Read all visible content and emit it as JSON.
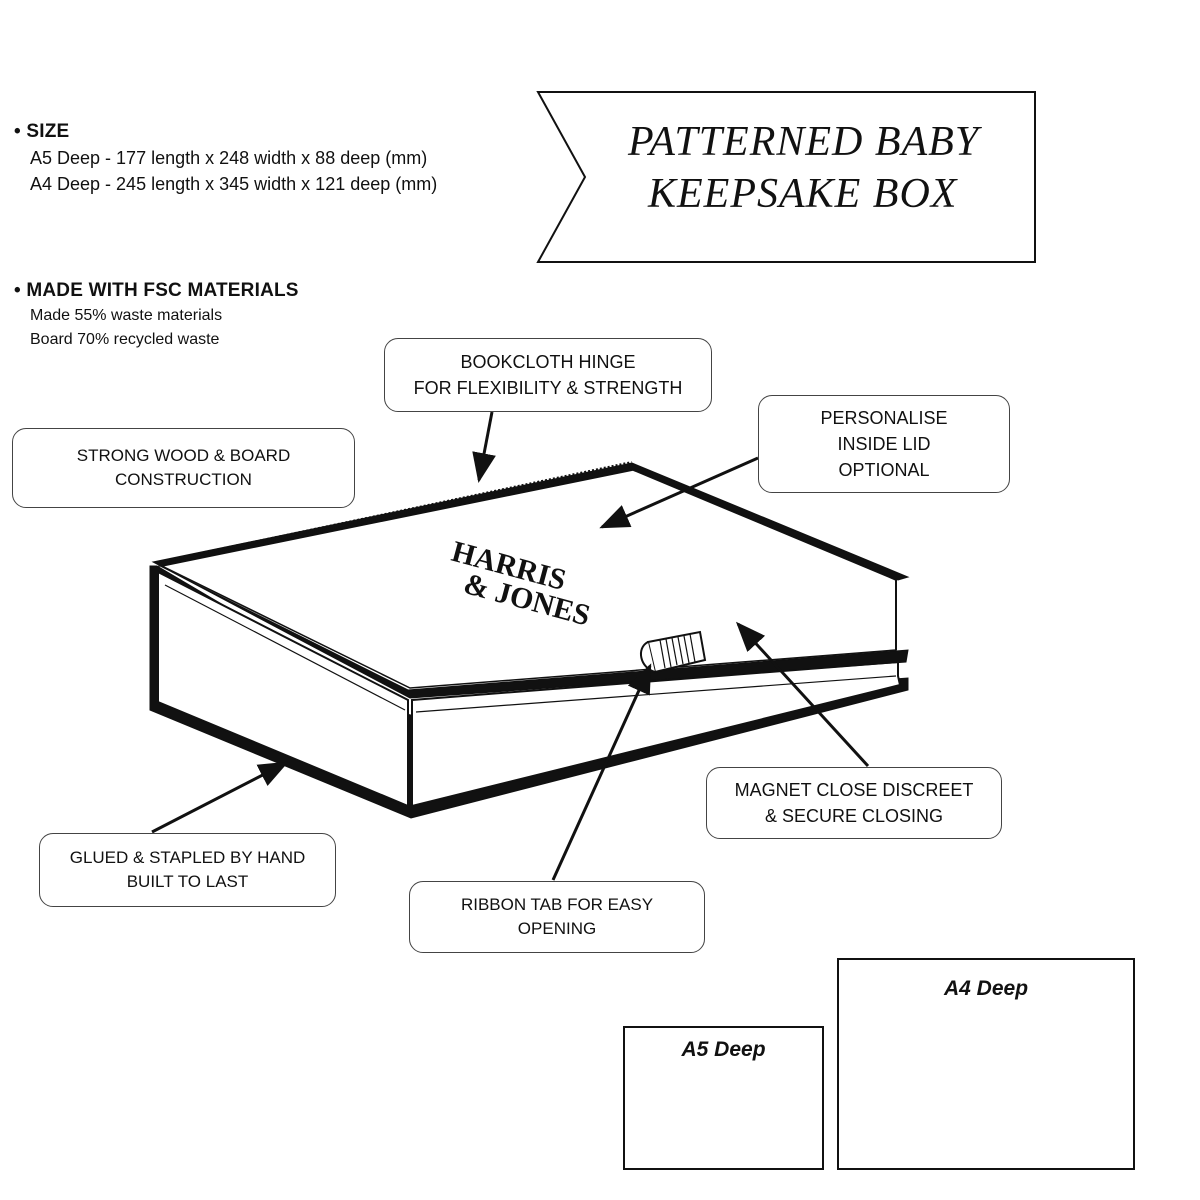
{
  "title": {
    "line1": "PATTERNED BABY",
    "line2": "KEEPSAKE BOX"
  },
  "specs": {
    "size": {
      "heading": "SIZE",
      "lines": [
        "A5 Deep - 177 length x 248 width x 88 deep (mm)",
        "A4 Deep - 245 length x 345 width x 121 deep (mm)"
      ]
    },
    "materials": {
      "heading": "MADE WITH FSC MATERIALS",
      "lines": [
        "Made 55% waste materials",
        "Board 70% recycled waste"
      ]
    }
  },
  "brand": {
    "line1": "HARRIS",
    "line2": "& JONES"
  },
  "callouts": {
    "hinge": [
      "BOOKCLOTH HINGE",
      "FOR FLEXIBILITY & STRENGTH"
    ],
    "personalise": [
      "PERSONALISE",
      "INSIDE LID",
      "OPTIONAL"
    ],
    "wood": [
      "STRONG WOOD & BOARD",
      "CONSTRUCTION"
    ],
    "magnet": [
      "MAGNET CLOSE DISCREET",
      "& SECURE CLOSING"
    ],
    "glued": [
      "GLUED & STAPLED BY HAND",
      "BUILT TO LAST"
    ],
    "ribbon": [
      "RIBBON TAB FOR EASY",
      "OPENING"
    ]
  },
  "size_comparison": {
    "a5_label": "A5 Deep",
    "a4_label": "A4 Deep"
  }
}
